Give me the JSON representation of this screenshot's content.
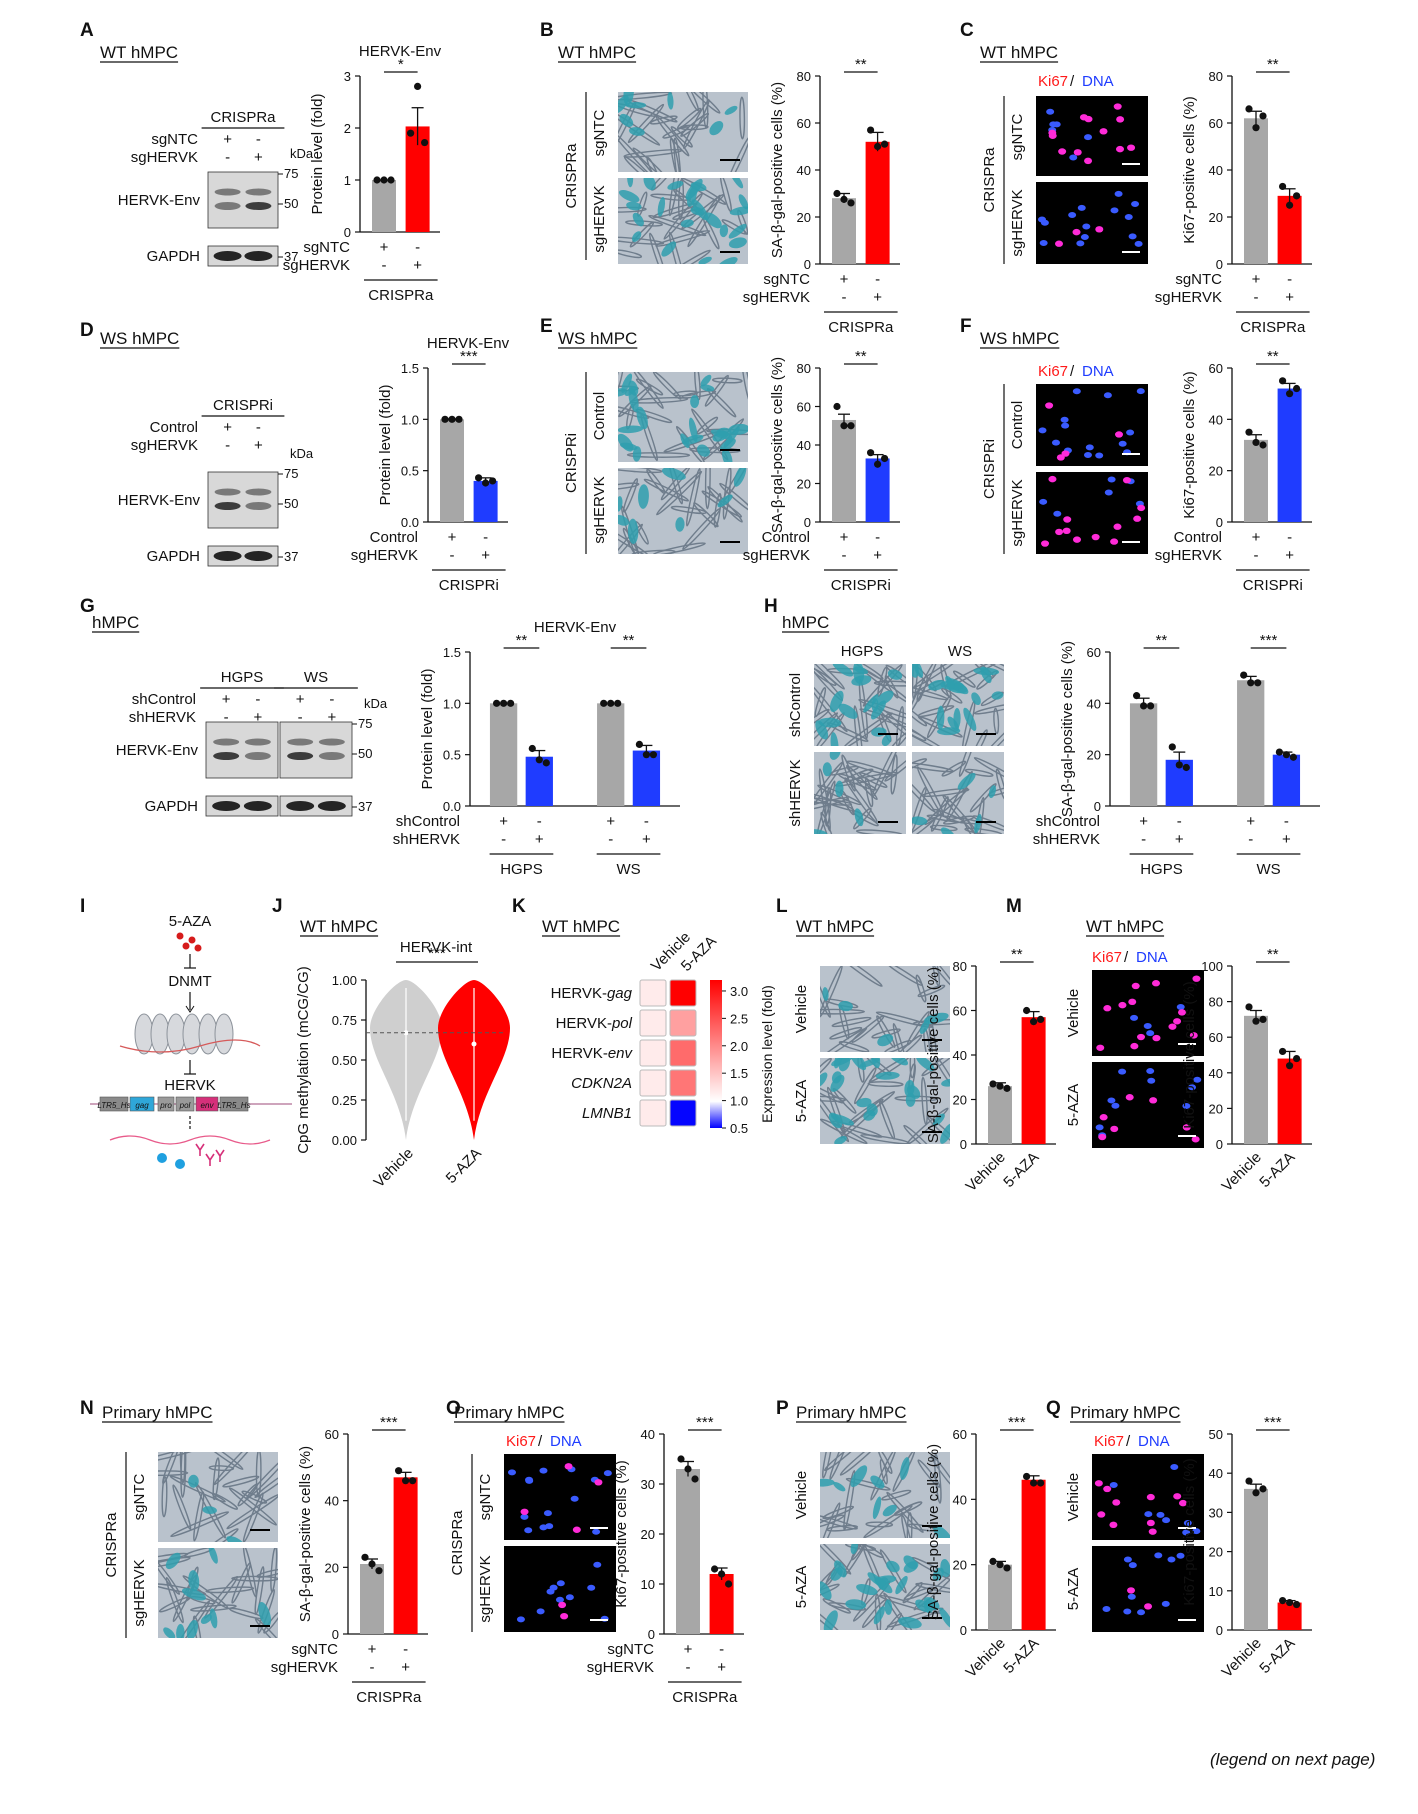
{
  "caption": "(legend on next page)",
  "panels": {
    "A": {
      "letter": "A",
      "title": "WT hMPC",
      "system": "CRISPRa",
      "rows": [
        "sgNTC",
        "sgHERVK"
      ],
      "signs": [
        [
          "+",
          "-"
        ],
        [
          "-",
          "+"
        ]
      ],
      "kda": "kDa",
      "bands": [
        "HERVK-Env",
        "GAPDH"
      ],
      "markers": [
        "75",
        "50",
        "37"
      ]
    },
    "B": {
      "letter": "B",
      "title": "WT hMPC",
      "system": "CRISPRa",
      "rows": [
        "sgNTC",
        "sgHERVK"
      ]
    },
    "C": {
      "letter": "C",
      "title": "WT hMPC",
      "system": "CRISPRa",
      "rows": [
        "sgNTC",
        "sgHERVK"
      ],
      "stain_a": "Ki67",
      "stain_sep": "/",
      "stain_b": "DNA"
    },
    "D": {
      "letter": "D",
      "title": "WS hMPC",
      "system": "CRISPRi",
      "rows": [
        "Control",
        "sgHERVK"
      ],
      "signs": [
        [
          "+",
          "-"
        ],
        [
          "-",
          "+"
        ]
      ],
      "kda": "kDa",
      "bands": [
        "HERVK-Env",
        "GAPDH"
      ],
      "markers": [
        "75",
        "50",
        "37"
      ]
    },
    "E": {
      "letter": "E",
      "title": "WS hMPC",
      "system": "CRISPRi",
      "rows": [
        "Control",
        "sgHERVK"
      ]
    },
    "F": {
      "letter": "F",
      "title": "WS hMPC",
      "system": "CRISPRi",
      "rows": [
        "Control",
        "sgHERVK"
      ],
      "stain_a": "Ki67",
      "stain_sep": "/",
      "stain_b": "DNA"
    },
    "G": {
      "letter": "G",
      "title": "hMPC",
      "groups": [
        "HGPS",
        "WS"
      ],
      "rows": [
        "shControl",
        "shHERVK"
      ],
      "kda": "kDa",
      "bands": [
        "HERVK-Env",
        "GAPDH"
      ],
      "markers": [
        "75",
        "50",
        "37"
      ]
    },
    "H": {
      "letter": "H",
      "title": "hMPC",
      "groups": [
        "HGPS",
        "WS"
      ],
      "rows": [
        "shControl",
        "shHERVK"
      ]
    },
    "I": {
      "letter": "I",
      "drug": "5-AZA",
      "enzyme": "DNMT",
      "target": "HERVK",
      "genes": [
        "LTR5_Hs",
        "gag",
        "pro",
        "pol",
        "env",
        "LTR5_Hs"
      ]
    },
    "J": {
      "letter": "J",
      "title": "WT hMPC"
    },
    "K": {
      "letter": "K",
      "title": "WT hMPC",
      "cols": [
        "Vehicle",
        "5-AZA"
      ],
      "rows": [
        "HERVK-",
        "HERVK-",
        "HERVK-",
        "CDKN2A",
        "LMNB1"
      ],
      "row_suffix": [
        "gag",
        "pol",
        "env",
        "",
        ""
      ],
      "colorbar_label": "Expression level (fold)",
      "colorbar_ticks": [
        "3.0",
        "2.5",
        "2.0",
        "1.5",
        "1.0",
        "0.5"
      ]
    },
    "L": {
      "letter": "L",
      "title": "WT hMPC",
      "rows": [
        "Vehicle",
        "5-AZA"
      ]
    },
    "M": {
      "letter": "M",
      "title": "WT hMPC",
      "rows": [
        "Vehicle",
        "5-AZA"
      ],
      "stain_a": "Ki67",
      "stain_sep": "/",
      "stain_b": "DNA"
    },
    "N": {
      "letter": "N",
      "title": "Primary hMPC",
      "system": "CRISPRa",
      "rows": [
        "sgNTC",
        "sgHERVK"
      ]
    },
    "O": {
      "letter": "O",
      "title": "Primary hMPC",
      "system": "CRISPRa",
      "rows": [
        "sgNTC",
        "sgHERVK"
      ],
      "stain_a": "Ki67",
      "stain_sep": "/",
      "stain_b": "DNA"
    },
    "P": {
      "letter": "P",
      "title": "Primary hMPC",
      "rows": [
        "Vehicle",
        "5-AZA"
      ]
    },
    "Q": {
      "letter": "Q",
      "title": "Primary hMPC",
      "rows": [
        "Vehicle",
        "5-AZA"
      ],
      "stain_a": "Ki67",
      "stain_sep": "/",
      "stain_b": "DNA"
    }
  },
  "colors": {
    "gray": "#a7a7a7",
    "red": "#ff0000",
    "blue": "#1f3cff",
    "stain_blue": "#3a5bff",
    "stain_magenta": "#ff2bd8",
    "xgal": "#2f9fae",
    "phase_bg": "#b9c2cc"
  },
  "chart_data": [
    {
      "id": "A",
      "type": "bar",
      "title": "HERVK-Env",
      "ylabel": "Protein level (fold)",
      "ylim": [
        0,
        3
      ],
      "yticks": [
        "0",
        "1",
        "2",
        "3"
      ],
      "values": [
        1.0,
        2.03
      ],
      "errors": [
        0,
        0.36
      ],
      "points": [
        [
          1,
          1,
          1
        ],
        [
          1.9,
          2.8,
          1.72
        ]
      ],
      "colors": [
        "gray",
        "red"
      ],
      "sig": "*",
      "xrows": [
        "sgNTC",
        "sgHERVK"
      ],
      "signs": [
        [
          "+",
          "-"
        ],
        [
          "-",
          "+"
        ]
      ],
      "group": "CRISPRa"
    },
    {
      "id": "B",
      "type": "bar",
      "title": "",
      "ylabel": "SA-β-gal-positive cells (%)",
      "ylim": [
        0,
        80
      ],
      "yticks": [
        "0",
        "20",
        "40",
        "60",
        "80"
      ],
      "values": [
        28,
        52
      ],
      "errors": [
        2,
        4
      ],
      "points": [
        [
          30,
          27.5,
          26
        ],
        [
          57,
          50,
          51
        ]
      ],
      "colors": [
        "gray",
        "red"
      ],
      "sig": "**",
      "xrows": [
        "sgNTC",
        "sgHERVK"
      ],
      "signs": [
        [
          "+",
          "-"
        ],
        [
          "-",
          "+"
        ]
      ],
      "group": "CRISPRa"
    },
    {
      "id": "C",
      "type": "bar",
      "title": "",
      "ylabel": "Ki67-positive cells (%)",
      "ylim": [
        0,
        80
      ],
      "yticks": [
        "0",
        "20",
        "40",
        "60",
        "80"
      ],
      "values": [
        62,
        29
      ],
      "errors": [
        3,
        3
      ],
      "points": [
        [
          66,
          58,
          63
        ],
        [
          33,
          25,
          29
        ]
      ],
      "colors": [
        "gray",
        "red"
      ],
      "sig": "**",
      "xrows": [
        "sgNTC",
        "sgHERVK"
      ],
      "signs": [
        [
          "+",
          "-"
        ],
        [
          "-",
          "+"
        ]
      ],
      "group": "CRISPRa"
    },
    {
      "id": "D",
      "type": "bar",
      "title": "HERVK-Env",
      "ylabel": "Protein level (fold)",
      "ylim": [
        0,
        1.5
      ],
      "yticks": [
        "0.0",
        "0.5",
        "1.0",
        "1.5"
      ],
      "values": [
        1.0,
        0.4
      ],
      "errors": [
        0,
        0.03
      ],
      "points": [
        [
          1,
          1,
          1
        ],
        [
          0.43,
          0.38,
          0.4
        ]
      ],
      "colors": [
        "gray",
        "blue"
      ],
      "sig": "***",
      "xrows": [
        "Control",
        "sgHERVK"
      ],
      "signs": [
        [
          "+",
          "-"
        ],
        [
          "-",
          "+"
        ]
      ],
      "group": "CRISPRi"
    },
    {
      "id": "E",
      "type": "bar",
      "title": "",
      "ylabel": "SA-β-gal-positive cells (%)",
      "ylim": [
        0,
        80
      ],
      "yticks": [
        "0",
        "20",
        "40",
        "60",
        "80"
      ],
      "values": [
        53,
        33
      ],
      "errors": [
        3,
        2
      ],
      "points": [
        [
          60,
          50,
          50
        ],
        [
          36,
          30,
          33
        ]
      ],
      "colors": [
        "gray",
        "blue"
      ],
      "sig": "**",
      "xrows": [
        "Control",
        "sgHERVK"
      ],
      "signs": [
        [
          "+",
          "-"
        ],
        [
          "-",
          "+"
        ]
      ],
      "group": "CRISPRi"
    },
    {
      "id": "F",
      "type": "bar",
      "title": "",
      "ylabel": "Ki67-positive cells (%)",
      "ylim": [
        0,
        60
      ],
      "yticks": [
        "0",
        "20",
        "40",
        "60"
      ],
      "values": [
        32,
        52
      ],
      "errors": [
        2,
        2
      ],
      "points": [
        [
          35,
          31,
          30
        ],
        [
          55,
          50,
          52
        ]
      ],
      "colors": [
        "gray",
        "blue"
      ],
      "sig": "**",
      "xrows": [
        "Control",
        "sgHERVK"
      ],
      "signs": [
        [
          "+",
          "-"
        ],
        [
          "-",
          "+"
        ]
      ],
      "group": "CRISPRi"
    },
    {
      "id": "G",
      "type": "bar",
      "title": "HERVK-Env",
      "ylabel": "Protein level (fold)",
      "ylim": [
        0,
        1.5
      ],
      "yticks": [
        "0.0",
        "0.5",
        "1.0",
        "1.5"
      ],
      "values": [
        1.0,
        0.48,
        1.0,
        0.54
      ],
      "errors": [
        0,
        0.06,
        0,
        0.05
      ],
      "points": [
        [
          1,
          1,
          1
        ],
        [
          0.56,
          0.45,
          0.42
        ],
        [
          1,
          1,
          1
        ],
        [
          0.6,
          0.5,
          0.5
        ]
      ],
      "colors": [
        "gray",
        "blue",
        "gray",
        "blue"
      ],
      "sigs": [
        "**",
        "**"
      ],
      "xrows": [
        "shControl",
        "shHERVK"
      ],
      "signs": [
        [
          "+",
          "-",
          "+",
          "-"
        ],
        [
          "-",
          "+",
          "-",
          "+"
        ]
      ],
      "groups": [
        "HGPS",
        "WS"
      ]
    },
    {
      "id": "H",
      "type": "bar",
      "title": "",
      "ylabel": "SA-β-gal-positive cells (%)",
      "ylim": [
        0,
        60
      ],
      "yticks": [
        "0",
        "20",
        "40",
        "60"
      ],
      "values": [
        40,
        18,
        49,
        20
      ],
      "errors": [
        2,
        3,
        1.5,
        1
      ],
      "points": [
        [
          43,
          39,
          39
        ],
        [
          23,
          16,
          15
        ],
        [
          51,
          48,
          48
        ],
        [
          21,
          20,
          19
        ]
      ],
      "colors": [
        "gray",
        "blue",
        "gray",
        "blue"
      ],
      "sigs": [
        "**",
        "***"
      ],
      "xrows": [
        "shControl",
        "shHERVK"
      ],
      "signs": [
        [
          "+",
          "-",
          "+",
          "-"
        ],
        [
          "-",
          "+",
          "-",
          "+"
        ]
      ],
      "groups": [
        "HGPS",
        "WS"
      ]
    },
    {
      "id": "J",
      "type": "violin",
      "title": "HERVK-int",
      "ylabel": "CpG methylation (mCG/CG)",
      "ylim": [
        0,
        1
      ],
      "yticks": [
        "0.00",
        "0.25",
        "0.50",
        "0.75",
        "1.00"
      ],
      "categories": [
        "Vehicle",
        "5-AZA"
      ],
      "medians": [
        0.67,
        0.6
      ],
      "ref_line": 0.67,
      "sig": "***",
      "colors": [
        "#cfcfcf",
        "#ff0000"
      ]
    },
    {
      "id": "K",
      "type": "heatmap",
      "title": "",
      "values": [
        [
          1,
          3.2
        ],
        [
          1,
          1.7
        ],
        [
          1,
          2.2
        ],
        [
          1,
          2.1
        ],
        [
          1,
          0.5
        ]
      ],
      "range": [
        0.5,
        3.2
      ]
    },
    {
      "id": "L",
      "type": "bar",
      "title": "",
      "ylabel": "SA-β-gal-positive cells (%)",
      "ylim": [
        0,
        80
      ],
      "yticks": [
        "0",
        "20",
        "40",
        "60",
        "80"
      ],
      "values": [
        26,
        57
      ],
      "errors": [
        1.5,
        2.5
      ],
      "points": [
        [
          27,
          26,
          25
        ],
        [
          60,
          55,
          56
        ]
      ],
      "colors": [
        "gray",
        "red"
      ],
      "sig": "**",
      "categories": [
        "Vehicle",
        "5-AZA"
      ]
    },
    {
      "id": "M",
      "type": "bar",
      "title": "",
      "ylabel": "Ki67-positive cells (%)",
      "ylim": [
        0,
        100
      ],
      "yticks": [
        "0",
        "20",
        "40",
        "60",
        "80",
        "100"
      ],
      "values": [
        72,
        48
      ],
      "errors": [
        3,
        4
      ],
      "points": [
        [
          77,
          69,
          70
        ],
        [
          52,
          44,
          48
        ]
      ],
      "colors": [
        "gray",
        "red"
      ],
      "sig": "**",
      "categories": [
        "Vehicle",
        "5-AZA"
      ]
    },
    {
      "id": "N",
      "type": "bar",
      "title": "",
      "ylabel": "SA-β-gal-positive cells (%)",
      "ylim": [
        0,
        60
      ],
      "yticks": [
        "0",
        "20",
        "40",
        "60"
      ],
      "values": [
        21,
        47
      ],
      "errors": [
        1.5,
        1.5
      ],
      "points": [
        [
          23,
          21,
          19
        ],
        [
          49,
          46,
          46
        ]
      ],
      "colors": [
        "gray",
        "red"
      ],
      "sig": "***",
      "xrows": [
        "sgNTC",
        "sgHERVK"
      ],
      "signs": [
        [
          "+",
          "-"
        ],
        [
          "-",
          "+"
        ]
      ],
      "group": "CRISPRa"
    },
    {
      "id": "O",
      "type": "bar",
      "title": "",
      "ylabel": "Ki67-positive cells (%)",
      "ylim": [
        0,
        40
      ],
      "yticks": [
        "0",
        "10",
        "20",
        "30",
        "40"
      ],
      "values": [
        33,
        12
      ],
      "errors": [
        1.5,
        1.2
      ],
      "points": [
        [
          35,
          33,
          31
        ],
        [
          13,
          12,
          10
        ]
      ],
      "colors": [
        "gray",
        "red"
      ],
      "sig": "***",
      "xrows": [
        "sgNTC",
        "sgHERVK"
      ],
      "signs": [
        [
          "+",
          "-"
        ],
        [
          "-",
          "+"
        ]
      ],
      "group": "CRISPRa"
    },
    {
      "id": "P",
      "type": "bar",
      "title": "",
      "ylabel": "SA-β-gal-positive cells (%)",
      "ylim": [
        0,
        60
      ],
      "yticks": [
        "0",
        "20",
        "40",
        "60"
      ],
      "values": [
        20,
        46
      ],
      "errors": [
        1,
        1.2
      ],
      "points": [
        [
          21,
          20,
          19
        ],
        [
          47,
          45,
          45
        ]
      ],
      "colors": [
        "gray",
        "red"
      ],
      "sig": "***",
      "categories": [
        "Vehicle",
        "5-AZA"
      ]
    },
    {
      "id": "Q",
      "type": "bar",
      "title": "",
      "ylabel": "Ki67-positive cells (%)",
      "ylim": [
        0,
        50
      ],
      "yticks": [
        "0",
        "10",
        "20",
        "30",
        "40",
        "50"
      ],
      "values": [
        36,
        7
      ],
      "errors": [
        1.2,
        0.5
      ],
      "points": [
        [
          38,
          35,
          36
        ],
        [
          7.5,
          7,
          6.5
        ]
      ],
      "colors": [
        "gray",
        "red"
      ],
      "sig": "***",
      "categories": [
        "Vehicle",
        "5-AZA"
      ]
    }
  ]
}
